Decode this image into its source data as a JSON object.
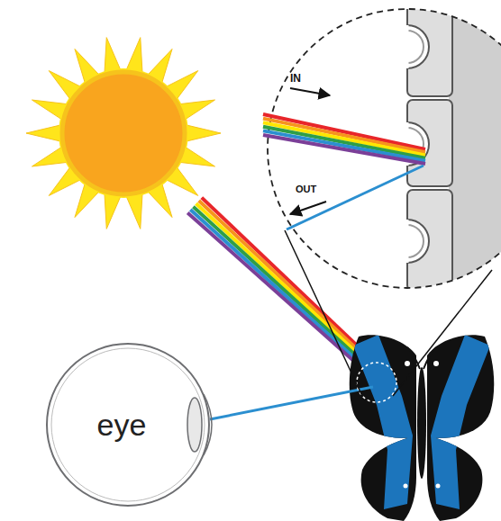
{
  "diagram": {
    "nodes": [
      {
        "text": [
          "eye"
        ]
      }
    ],
    "labels": [
      "IN",
      "OUT"
    ]
  }
}
